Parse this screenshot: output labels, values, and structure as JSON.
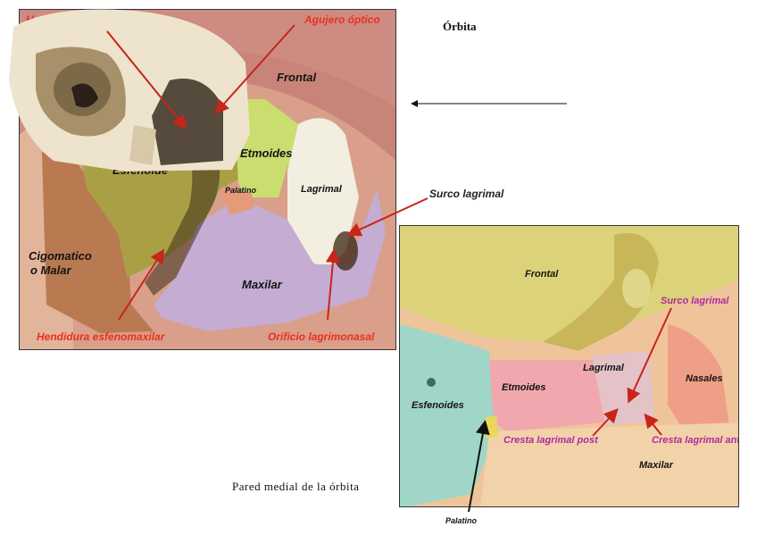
{
  "orbit_panel": {
    "hendidura_esfenoidal": "Hendidura esfenoidal",
    "agujero_optico": "Agujero óptico",
    "frontal": "Frontal",
    "etmoides": "Etmoides",
    "esfenoide": "Esfenoide",
    "palatino": "Palatino",
    "lagrimal": "Lagrimal",
    "cigomatico_1": "Cigomatico",
    "cigomatico_2": "o Malar",
    "maxilar": "Maxilar",
    "hendidura_esfenomaxilar": "Hendidura esfenomaxilar",
    "orificio_lagrimonasal": "Orificio lagrimonasal",
    "surco_lagrimal": "Surco lagrimal"
  },
  "skull_panel": {
    "title": "Órbita"
  },
  "medial_panel": {
    "caption": "Pared medial de la órbita",
    "frontal": "Frontal",
    "surco_lagrimal": "Surco lagrimal",
    "lagrimal": "Lagrimal",
    "nasales": "Nasales",
    "etmoides": "Etmoides",
    "esfenoides": "Esfenoides",
    "cresta_post": "Cresta lagrimal post",
    "cresta_ant": "Cresta lagrimal ant",
    "maxilar": "Maxilar",
    "palatino": "Palatino"
  },
  "colors": {
    "red_label": "#e8311e",
    "purple_label": "#b02aa2",
    "sphenoid": "#a9a046",
    "ethmoid": "#c9de6e",
    "lacrimal": "#f3efe0",
    "maxilla": "#c4acd3",
    "zygomatic": "#b97a52",
    "frontal": "#c97f75"
  }
}
